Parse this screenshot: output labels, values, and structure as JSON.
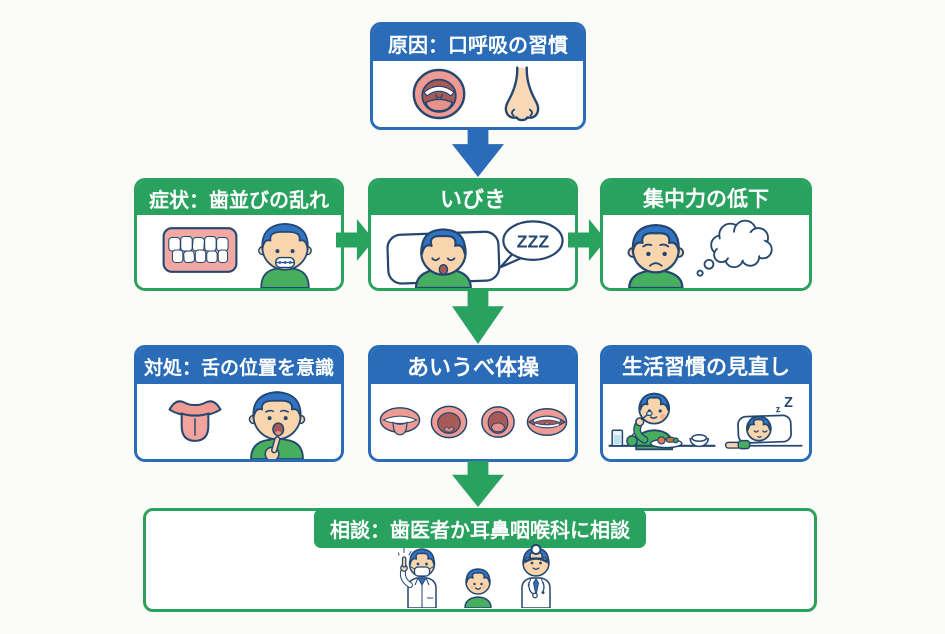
{
  "colors": {
    "blue": "#2a6cb8",
    "green": "#2aa25f",
    "outline_navy": "#25476f",
    "skin": "#f8d5ad",
    "hair_blue": "#3173c4",
    "shirt_green": "#47ae5f",
    "lip_pink": "#ee9b94",
    "mouth_dark": "#a85a58",
    "background": "#fbfbf8"
  },
  "cause": {
    "title": "原因：口呼吸の習慣"
  },
  "row1": {
    "symptom": {
      "title": "症状：歯並びの乱れ"
    },
    "snore": {
      "title": "いびき",
      "bubble": "ZZZ"
    },
    "concentration": {
      "title": "集中力の低下"
    }
  },
  "row2": {
    "countermeasure": {
      "title": "対処：舌の位置を意識"
    },
    "exercise": {
      "title": "あいうべ体操"
    },
    "lifestyle": {
      "title": "生活習慣の見直し",
      "z_small": "z",
      "z_big": "Z"
    }
  },
  "consult": {
    "title": "相談：歯医者か耳鼻咽喉科に相談"
  },
  "icons": {
    "cause": [
      "open-mouth-icon",
      "nose-icon"
    ],
    "symptom": [
      "teeth-icon",
      "braces-boy-icon"
    ],
    "snore": [
      "sleeping-boy-icon",
      "zzz-bubble"
    ],
    "concentration": [
      "worried-boy-icon",
      "thought-cloud-icon"
    ],
    "countermeasure": [
      "tongue-icon",
      "pointing-boy-icon"
    ],
    "exercise": [
      "mouth-a-icon",
      "mouth-i-icon",
      "mouth-u-icon",
      "mouth-be-icon"
    ],
    "lifestyle": [
      "eating-boy-icon",
      "sleeping-child-icon"
    ],
    "consult": [
      "dentist-icon",
      "child-icon",
      "ent-doctor-icon"
    ]
  }
}
